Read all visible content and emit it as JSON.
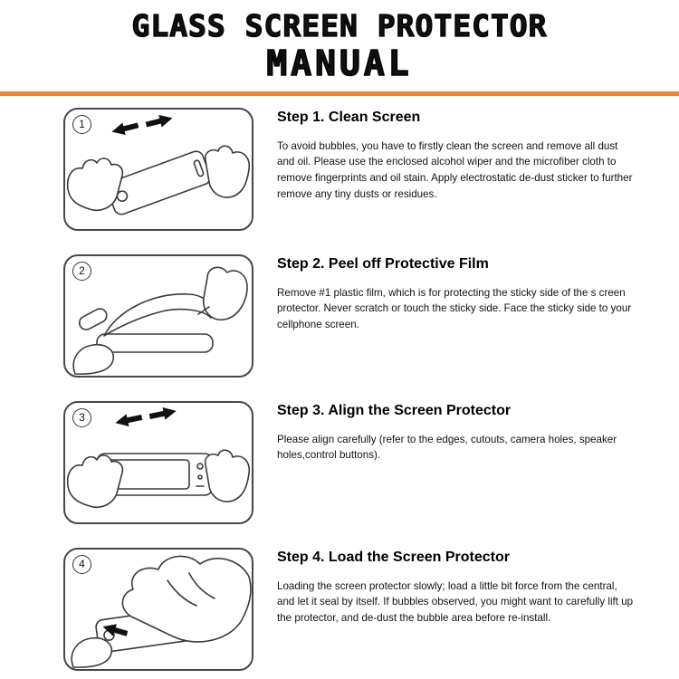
{
  "page": {
    "title_line1": "GLASS SCREEN PROTECTOR",
    "title_line2": "MANUAL",
    "accent_color": "#ED8733"
  },
  "steps": [
    {
      "number": "1",
      "heading": "Step 1. Clean Screen",
      "body": "To avoid bubbles, you have to firstly clean the screen and remove all dust and oil. Please use the enclosed alcohol wiper and the microfiber cloth to remove fingerprints and oil stain. Apply electrostatic de-dust sticker to further remove any tiny dusts or residues.",
      "illustration": "two-hands-cleaning-tilted-phone-with-wipe-arrows"
    },
    {
      "number": "2",
      "heading": "Step 2. Peel off Protective Film",
      "body": "Remove #1 plastic film, which is for protecting the sticky side of the s creen protector. Never scratch or touch the sticky side. Face the sticky side to your cellphone screen.",
      "illustration": "hand-peeling-film-off-screen-protector"
    },
    {
      "number": "3",
      "heading": "Step 3. Align the Screen Protector",
      "body": "Please align carefully (refer to the edges, cutouts, camera holes, speaker holes,control buttons).",
      "illustration": "two-hands-aligning-protector-over-phone-with-arrows"
    },
    {
      "number": "4",
      "heading": "Step 4. Load the Screen Protector",
      "body": "Loading the screen protector slowly; load a little bit force from the central, and let it seal by itself. If bubbles observed, you might want to carefully lift up the protector, and de-dust the bubble area before re-install.",
      "illustration": "hand-pressing-protector-onto-phone-with-arrow"
    }
  ]
}
